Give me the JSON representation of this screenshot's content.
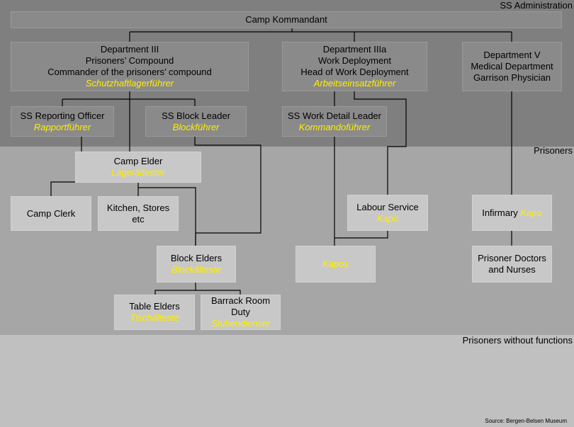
{
  "bands": {
    "ss_administration": "SS Administration",
    "prisoners": "Prisoners",
    "prisoners_without_functions": "Prisoners without functions"
  },
  "colors": {
    "ss_band": "#7f7f7f",
    "prisoner_band": "#a6a6a6",
    "without_band": "#c0c0c0",
    "box_dark": "#8a8a8a",
    "box_light": "#c8c8c8",
    "german_term": "#ffee00"
  },
  "nodes": {
    "camp_kommandant": {
      "lines": [
        "Camp Kommandant"
      ],
      "german": ""
    },
    "dept3": {
      "lines": [
        "Department III",
        "Prisoners’ Compound",
        "Commander of the prisoners’ compound"
      ],
      "german": "Schutzhaftlagerführer"
    },
    "dept3a": {
      "lines": [
        "Department IIIa",
        "Work Deployment",
        "Head of Work Deployment"
      ],
      "german": "Arbeitseinsatzführer"
    },
    "dept5": {
      "lines": [
        "Department V",
        "Medical Department",
        "Garrison Physician"
      ],
      "german": ""
    },
    "ss_reporting": {
      "lines": [
        "SS Reporting Officer"
      ],
      "german": "Rapportführer"
    },
    "ss_block_leader": {
      "lines": [
        "SS Block Leader"
      ],
      "german": "Blockführer"
    },
    "ss_work_detail": {
      "lines": [
        "SS Work Detail Leader"
      ],
      "german": "Kommandoführer"
    },
    "camp_elder": {
      "lines": [
        "Camp Elder"
      ],
      "german": "Lagerältester"
    },
    "camp_clerk": {
      "lines": [
        "Camp Clerk"
      ],
      "german": ""
    },
    "kitchen": {
      "lines": [
        "Kitchen, Stores",
        "etc"
      ],
      "german": ""
    },
    "labour_service": {
      "lines": [
        "Labour Service"
      ],
      "german": "Kapo"
    },
    "infirmary": {
      "lines": [
        "Infirmary"
      ],
      "german": "Kapo"
    },
    "block_elders": {
      "lines": [
        "Block Elders"
      ],
      "german": "Blockälteste"
    },
    "kapos": {
      "lines": [],
      "german": "Kapos"
    },
    "prisoner_doctors": {
      "lines": [
        "Prisoner Doctors",
        "and Nurses"
      ],
      "german": ""
    },
    "table_elders": {
      "lines": [
        "Table Elders"
      ],
      "german": "Tischälteste"
    },
    "barrack_room": {
      "lines": [
        "Barrack Room",
        "Duty"
      ],
      "german": "Stubendienste"
    }
  },
  "source": "Source: Bergen-Belsen Museum"
}
